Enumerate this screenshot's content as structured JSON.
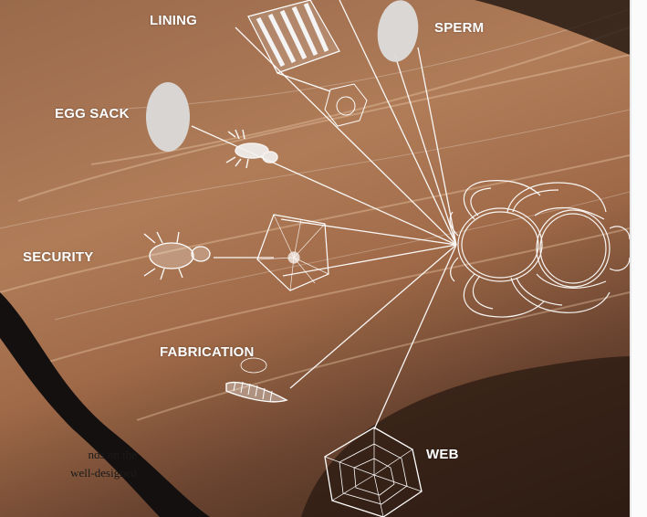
{
  "labels": {
    "lining": "LINING",
    "sperm": "SPERM",
    "egg_sack": "EGG SACK",
    "security": "SECURITY",
    "fabrication": "FABRICATION",
    "web": "WEB"
  },
  "caption_fragment": {
    "line1": "nds on the",
    "line2": "well-designed"
  },
  "colors": {
    "label_text": "#ffffff",
    "line_art": "#ffffff",
    "ellipse_fill": "#dcdcdc",
    "background_rock": "#a06a48",
    "dark_stem": "#141010"
  },
  "icons": [
    "spider-drawing",
    "lining-sheet-icon",
    "sperm-ellipse-icon",
    "egg-sack-ellipse-icon",
    "security-bug-icon",
    "fabrication-larva-icon",
    "web-icon"
  ]
}
